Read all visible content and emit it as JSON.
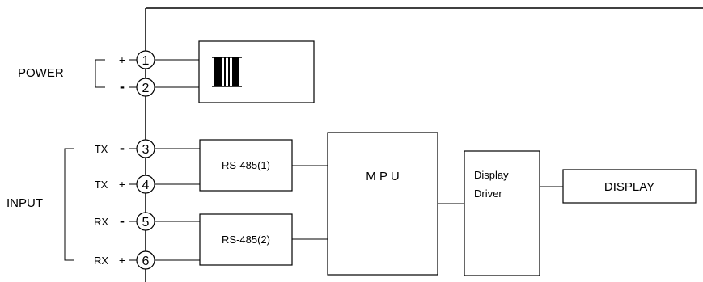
{
  "groups": {
    "power": "POWER",
    "input": "INPUT"
  },
  "terminals": [
    {
      "number": "1",
      "sign": "+",
      "signal": ""
    },
    {
      "number": "2",
      "sign": "-",
      "signal": ""
    },
    {
      "number": "3",
      "sign": "-",
      "signal": "TX"
    },
    {
      "number": "4",
      "sign": "+",
      "signal": "TX"
    },
    {
      "number": "5",
      "sign": "-",
      "signal": "RX"
    },
    {
      "number": "6",
      "sign": "+",
      "signal": "RX"
    }
  ],
  "blocks": {
    "transformer": {
      "label": "",
      "icon": "transformer-icon"
    },
    "rs485_1": {
      "label": "RS-485(1)"
    },
    "rs485_2": {
      "label": "RS-485(2)"
    },
    "mpu": {
      "label": "M P U"
    },
    "display_driver": {
      "label_line1": "Display",
      "label_line2": "Driver"
    },
    "display": {
      "label": "DISPLAY"
    }
  }
}
